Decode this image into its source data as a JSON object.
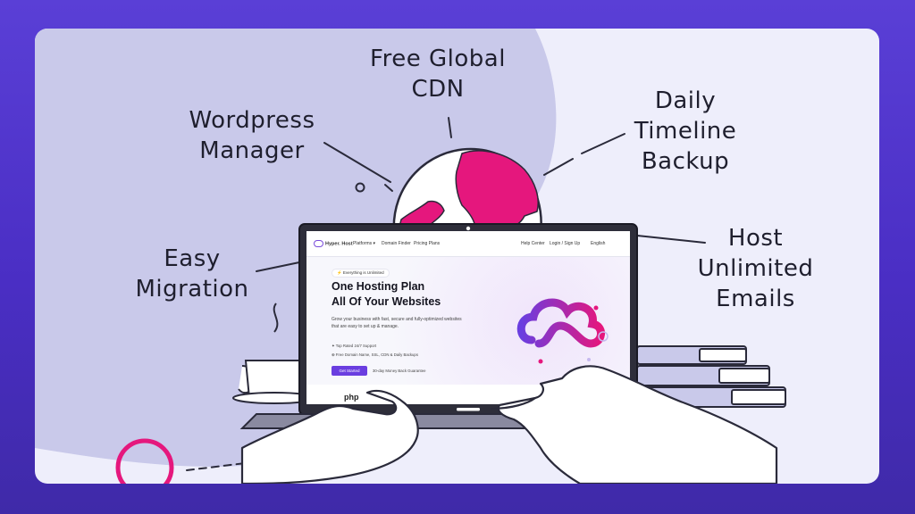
{
  "features": {
    "cdn": "Free Global\nCDN",
    "wordpress": "Wordpress\nManager",
    "backup": "Daily\nTimeline\nBackup",
    "migration": "Easy\nMigration",
    "emails": "Host\nUnlimited\nEmails"
  },
  "site": {
    "brand": "Hyper. Host",
    "nav": [
      "Platforms ▾",
      "Domain Finder",
      "Pricing Plans"
    ],
    "nav_right": [
      "Help Center",
      "Login / Sign Up",
      "English"
    ],
    "badge": "⚡ Everything is Unlimited",
    "headline": "One Hosting Plan\nAll Of Your Websites",
    "subtext": "Grow your business with fast, secure and fully-optimized websites that are easy to set up & manage.",
    "feature_1": "✦ Top Rated 24/7 Support",
    "feature_2": "⊕ Free Domain Name, SSL, CDN & Daily Backups",
    "cta": "Get Started",
    "guarantee": "30-day Money Back Guarantee",
    "logo_strip_text": "php"
  },
  "colors": {
    "background": "#5a3fd6",
    "card": "#eeeefb",
    "globe_land": "#e5177d",
    "accent": "#6a3ee0",
    "outline": "#1f1f2e"
  }
}
